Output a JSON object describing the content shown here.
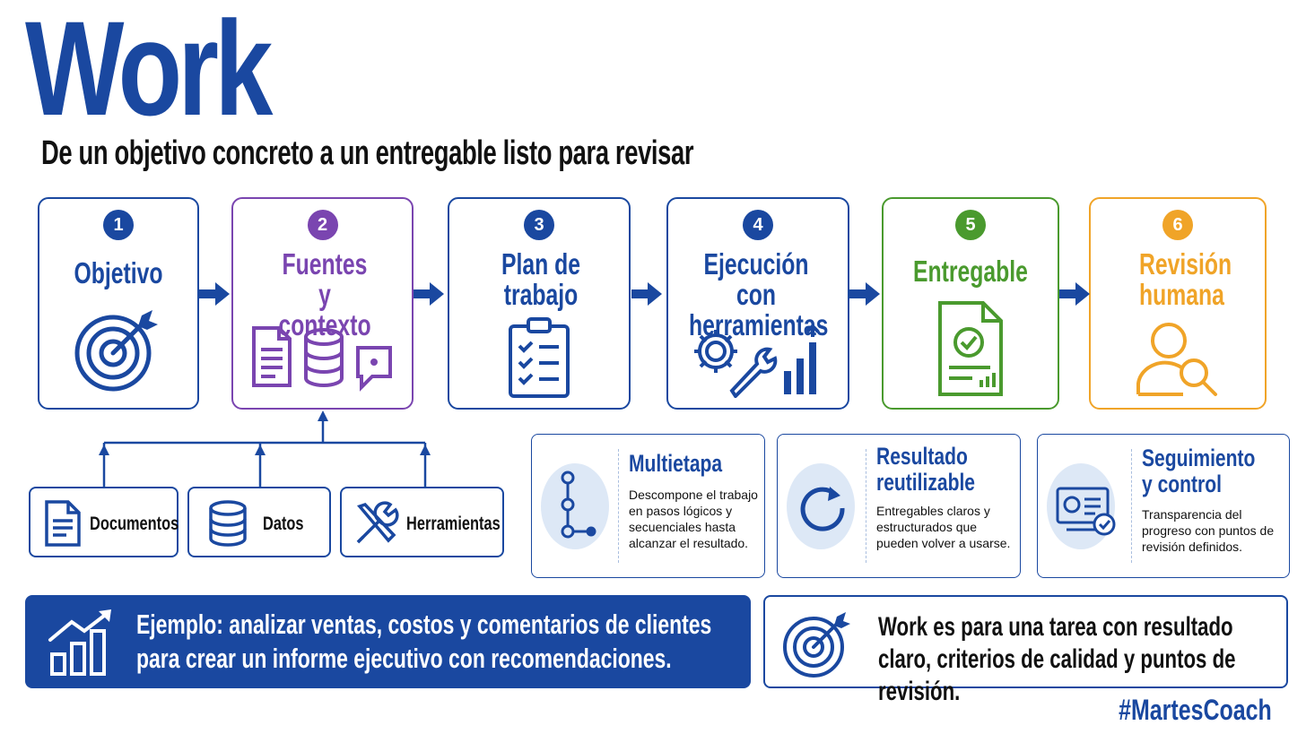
{
  "header": {
    "title": "Work",
    "subtitle": "De un objetivo concreto a un entregable listo para revisar"
  },
  "colors": {
    "blue": "#1a48a0",
    "purple": "#7a45b0",
    "green": "#4a9a2e",
    "orange": "#f0a428"
  },
  "steps": [
    {
      "number": "1",
      "label": "Objetivo",
      "icon": "target-icon",
      "color": "#1a48a0"
    },
    {
      "number": "2",
      "label": "Fuentes y contexto",
      "icon": "document-database-chat-icons",
      "color": "#7a45b0"
    },
    {
      "number": "3",
      "label": "Plan de trabajo",
      "icon": "clipboard-checklist-icon",
      "color": "#1a48a0"
    },
    {
      "number": "4",
      "label": "Ejecución con herramientas",
      "icon": "gear-wrench-chart-icon",
      "color": "#1a48a0"
    },
    {
      "number": "5",
      "label": "Entregable",
      "icon": "approved-document-icon",
      "color": "#4a9a2e"
    },
    {
      "number": "6",
      "label": "Revisión humana",
      "icon": "user-magnifier-icon",
      "color": "#f0a428"
    }
  ],
  "sources": [
    {
      "label": "Documentos",
      "icon": "document-icon"
    },
    {
      "label": "Datos",
      "icon": "database-icon"
    },
    {
      "label": "Herramientas",
      "icon": "tools-icon"
    }
  ],
  "features": [
    {
      "title": "Multietapa",
      "description": "Descompone el trabajo en pasos lógicos y secuenciales hasta alcanzar el resultado.",
      "icon": "steps-path-icon"
    },
    {
      "title": "Resultado reutilizable",
      "description": "Entregables claros y estructurados que pueden volver a usarse.",
      "icon": "refresh-icon"
    },
    {
      "title": "Seguimiento y control",
      "description": "Transparencia del progreso con puntos de revisión definidos.",
      "icon": "monitor-check-icon"
    }
  ],
  "example": {
    "text": "Ejemplo: analizar ventas, costos y comentarios de clientes para crear un informe ejecutivo con recomendaciones.",
    "icon": "growth-chart-icon"
  },
  "summary": {
    "text": "Work es para una tarea con resultado claro, criterios de calidad y puntos de revisión.",
    "icon": "target-icon"
  },
  "hashtag": "#MartesCoach"
}
